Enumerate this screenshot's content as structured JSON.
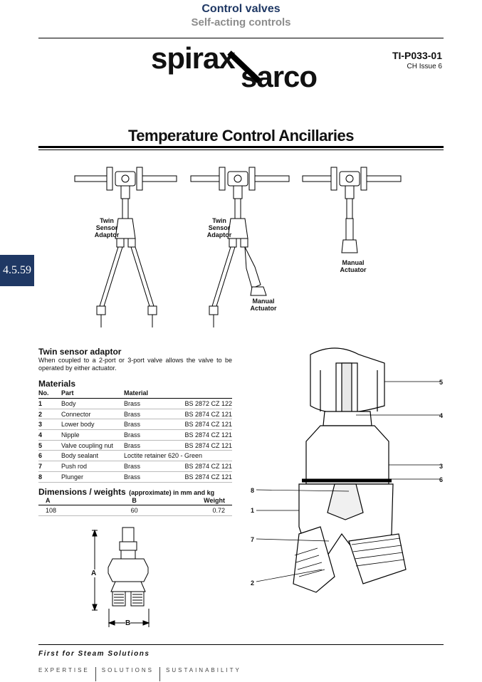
{
  "header": {
    "line1": "Control valves",
    "line2": "Self-acting controls"
  },
  "logo": {
    "word1": "spirax",
    "word2": "sarco"
  },
  "doc": {
    "code": "TI-P033-01",
    "issue": "CH Issue 6"
  },
  "page_title": "Temperature Control Ancillaries",
  "side_tab": "4.5.59",
  "figure_labels": {
    "twin_sensor_1": [
      "Twin",
      "Sensor",
      "Adaptor"
    ],
    "twin_sensor_2": [
      "Twin",
      "Sensor",
      "Adaptor"
    ],
    "manual_actuator_1": [
      "Manual",
      "Actuator"
    ],
    "manual_actuator_2": [
      "Manual",
      "Actuator"
    ]
  },
  "twin_sensor": {
    "heading": "Twin sensor adaptor",
    "text": "When coupled to a 2-port or 3-port valve allows the valve to be operated by either actuator."
  },
  "materials": {
    "heading": "Materials",
    "columns": [
      "No.",
      "Part",
      "Material"
    ],
    "rows": [
      {
        "no": "1",
        "part": "Body",
        "material": "Brass",
        "spec": "BS 2872 CZ 122"
      },
      {
        "no": "2",
        "part": "Connector",
        "material": "Brass",
        "spec": "BS 2874 CZ 121"
      },
      {
        "no": "3",
        "part": "Lower body",
        "material": "Brass",
        "spec": "BS 2874 CZ 121"
      },
      {
        "no": "4",
        "part": "Nipple",
        "material": "Brass",
        "spec": "BS 2874 CZ 121"
      },
      {
        "no": "5",
        "part": "Valve coupling nut",
        "material": "Brass",
        "spec": "BS 2874 CZ 121"
      },
      {
        "no": "6",
        "part": "Body sealant",
        "material": "Loctite retainer 620 - Green",
        "spec": ""
      },
      {
        "no": "7",
        "part": "Push rod",
        "material": "Brass",
        "spec": "BS 2874 CZ 121"
      },
      {
        "no": "8",
        "part": "Plunger",
        "material": "Brass",
        "spec": "BS 2874 CZ 121"
      }
    ]
  },
  "dimensions": {
    "heading": "Dimensions / weights",
    "heading_note": "(approximate) in mm and kg",
    "columns": [
      "A",
      "B",
      "Weight"
    ],
    "row": {
      "a": "108",
      "b": "60",
      "weight": "0.72"
    }
  },
  "dim_drawing": {
    "label_a": "A",
    "label_b": "B"
  },
  "callouts": {
    "c1": "1",
    "c2": "2",
    "c3": "3",
    "c4": "4",
    "c5": "5",
    "c6": "6",
    "c7": "7",
    "c8": "8"
  },
  "footer": {
    "tagline": "First for Steam Solutions",
    "words": [
      "EXPERTISE",
      "SOLUTIONS",
      "SUSTAINABILITY"
    ]
  },
  "colors": {
    "brand_blue": "#1f3864",
    "header_grey": "#8c8c8c"
  }
}
